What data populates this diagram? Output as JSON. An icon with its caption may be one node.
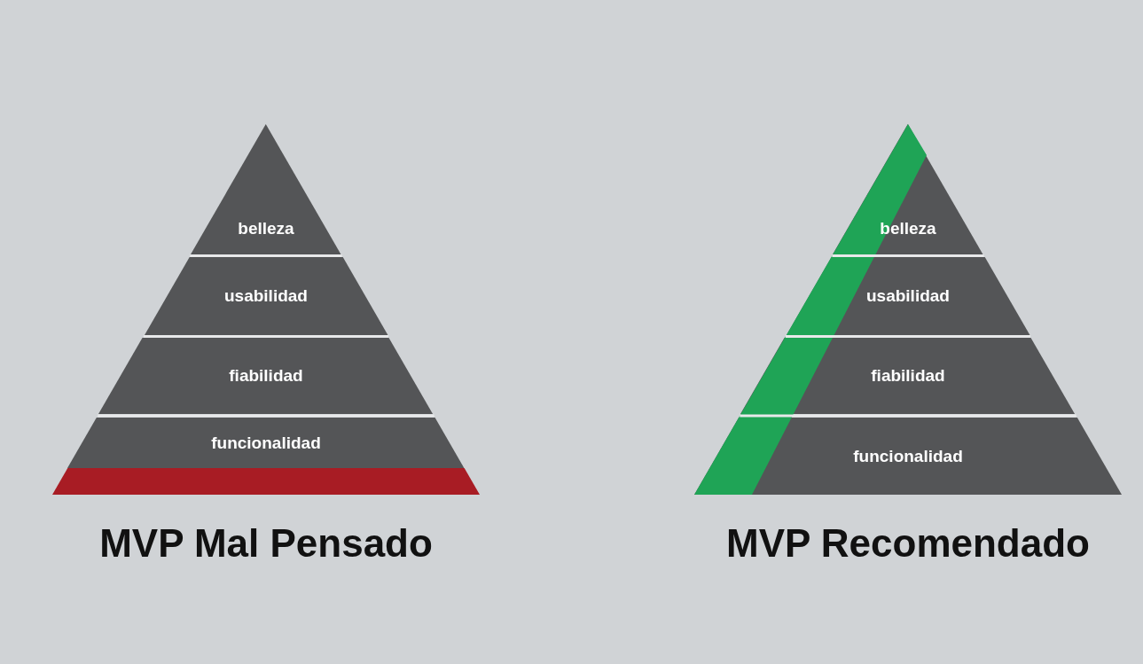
{
  "diagram": {
    "nodes": [
      {
        "text": [
          "MVP Mal Pensado"
        ]
      },
      {
        "text": [
          "belleza"
        ],
        "in": 0
      },
      {
        "text": [
          "usabilidad"
        ],
        "in": 0
      },
      {
        "text": [
          "fiabilidad"
        ],
        "in": 0
      },
      {
        "text": [
          "funcionalidad"
        ],
        "in": 0
      },
      {
        "text": [],
        "shape": "bar",
        "in": 0
      },
      {
        "text": [
          "MVP Recomendado"
        ]
      },
      {
        "text": [
          "belleza"
        ],
        "in": 6
      },
      {
        "text": [
          "usabilidad"
        ],
        "in": 6
      },
      {
        "text": [
          "fiabilidad"
        ],
        "in": 6
      },
      {
        "text": [
          "funcionalidad"
        ],
        "in": 6
      },
      {
        "text": [],
        "shape": "bar",
        "in": 6
      }
    ]
  }
}
